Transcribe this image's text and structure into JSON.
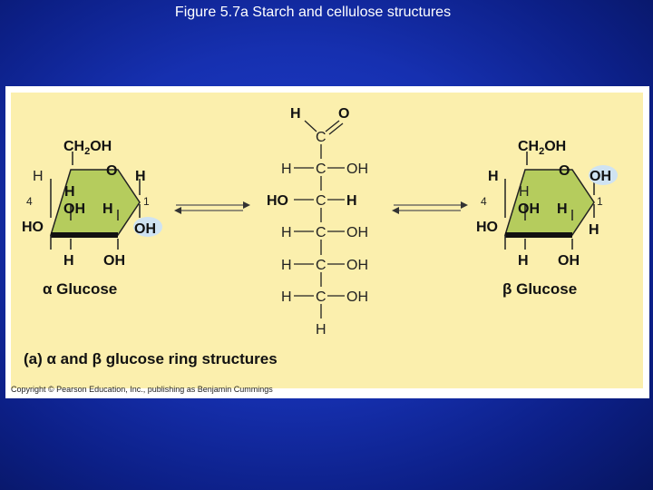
{
  "slide": {
    "title": "Figure 5.7a  Starch and cellulose structures"
  },
  "figure": {
    "caption": "(a) α and β glucose ring structures",
    "copyright": "Copyright © Pearson Education, Inc., publishing as Benjamin Cummings",
    "colors": {
      "panel": "#fbefad",
      "ring": "#b5cc5d",
      "background": "#1a35c0"
    },
    "alpha_glucose": {
      "name": "α Glucose",
      "ch2oh": "CH2OH",
      "ring_o": "O",
      "c4_label": "4",
      "c1_label": "1",
      "c5_h": "H",
      "c4_h": "H",
      "c4_oh": "OH",
      "c4_ho": "HO",
      "c3_h": "H",
      "c3_oh": "OH",
      "c2_h": "H",
      "c2_oh": "OH",
      "c1_h": "H",
      "c1_oh": "OH"
    },
    "linear_glucose": {
      "top_h": "H",
      "top_o": "O",
      "rows": [
        {
          "left": "",
          "center": "C",
          "right": ""
        },
        {
          "left": "H",
          "center": "C",
          "right": "OH"
        },
        {
          "left": "HO",
          "center": "C",
          "right": "H"
        },
        {
          "left": "H",
          "center": "C",
          "right": "OH"
        },
        {
          "left": "H",
          "center": "C",
          "right": "OH"
        },
        {
          "left": "H",
          "center": "C",
          "right": "OH"
        }
      ],
      "bottom_h": "H"
    },
    "beta_glucose": {
      "name": "β Glucose",
      "ch2oh": "CH2OH",
      "ring_o": "O",
      "c4_label": "4",
      "c1_label": "1",
      "c5_h": "H",
      "c4_h": "H",
      "c4_oh": "OH",
      "c4_ho": "HO",
      "c3_h": "H",
      "c3_oh": "OH",
      "c2_h": "H",
      "c2_oh": "OH",
      "c1_oh": "OH",
      "c1_h": "H"
    }
  }
}
